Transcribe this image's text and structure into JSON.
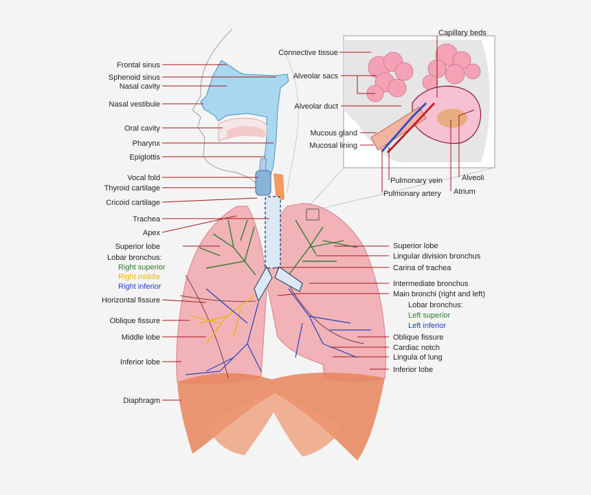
{
  "labels": {
    "frontal_sinus": "Frontal sinus",
    "sphenoid_sinus": "Sphenoid sinus",
    "nasal_cavity": "Nasal cavity",
    "nasal_vestibule": "Nasal vestibule",
    "oral_cavity": "Oral cavity",
    "pharynx": "Pharynx",
    "epiglottis": "Epiglottis",
    "vocal_fold": "Vocal fold",
    "thyroid_cartilage": "Thyroid cartilage",
    "cricoid_cartilage": "Cricoid cartilage",
    "trachea": "Trachea",
    "apex": "Apex",
    "superior_lobe_right": "Superior lobe",
    "lobar_bronchus_right": "Lobar bronchus:",
    "right_superior": "Right superior",
    "right_middle": "Right middle",
    "right_inferior": "Right inferior",
    "horizontal_fissure": "Horizontal fissure",
    "oblique_fissure_right": "Oblique fissure",
    "middle_lobe": "Middle lobe",
    "inferior_lobe_right": "Inferior lobe",
    "diaphragm": "Diaphragm",
    "connective_tissue": "Connective tissue",
    "capillary_beds": "Capillary beds",
    "alveolar_sacs": "Alveolar sacs",
    "alveolar_duct": "Alveolar duct",
    "mucous_gland": "Mucous gland",
    "mucosal_lining": "Mucosal lining",
    "pulmonary_vein": "Pulmonary vein",
    "pulmonary_artery": "Pulmonary artery",
    "alveoli": "Alveoli",
    "atrium": "Atrium",
    "superior_lobe_left": "Superior lobe",
    "lingular_division_bronchus": "Lingular division bronchus",
    "carina_of_trachea": "Carina of trachea",
    "intermediate_bronchus": "Intermediate bronchus",
    "main_bronchi": "Main bronchi (right and left)",
    "lobar_bronchus_left": "Lobar bronchus:",
    "left_superior": "Left superior",
    "left_inferior": "Left inferior",
    "oblique_fissure_left": "Oblique fissure",
    "cardiac_notch": "Cardiac notch",
    "lingula_of_lung": "Lingula of lung",
    "inferior_lobe_left": "Inferior lobe"
  },
  "colors": {
    "leader": "#a3151b",
    "lung_pink": "#f2b3b8",
    "airway_blue": "#a8d8f0",
    "superior_green": "#2e7d32",
    "middle_yellow": "#e6b800",
    "inferior_blue": "#1f3fbf",
    "diaphragm_orange": "#e8845a"
  }
}
